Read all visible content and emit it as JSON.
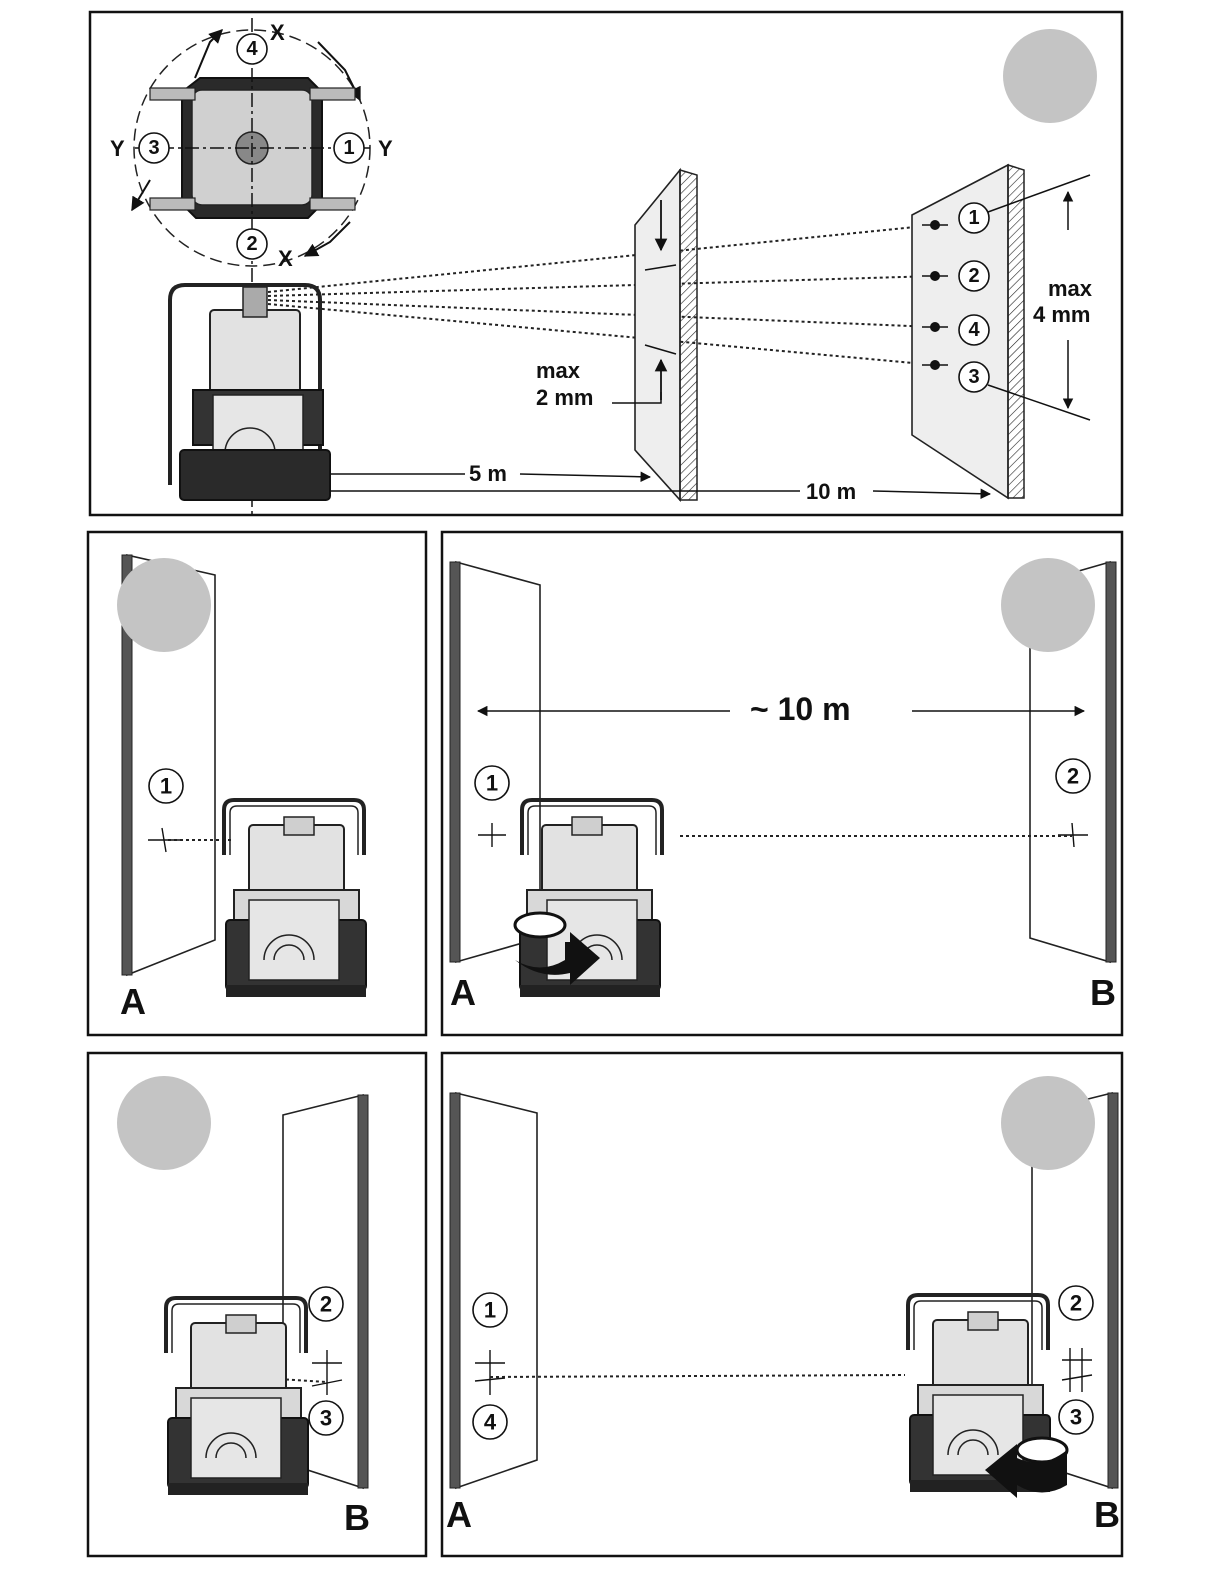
{
  "top_panel": {
    "axis_labels": {
      "x": "X",
      "y": "Y"
    },
    "rotation_positions": [
      "1",
      "2",
      "3",
      "4"
    ],
    "near_wall_dim": {
      "line1": "max",
      "line2": "2 mm"
    },
    "far_wall_dim": {
      "line1": "max",
      "line2": "4 mm"
    },
    "distance_near": "5 m",
    "distance_far": "10 m",
    "far_wall_marks": [
      "1",
      "2",
      "4",
      "3"
    ]
  },
  "panel_a1": {
    "mark": "1",
    "wall_label": "A"
  },
  "panel_ab1": {
    "distance": "~ 10 m",
    "mark_a": "1",
    "mark_b": "2",
    "wall_a_label": "A",
    "wall_b_label": "B"
  },
  "panel_b2": {
    "mark_top": "2",
    "mark_bottom": "3",
    "wall_label": "B"
  },
  "panel_ab2": {
    "mark_a_top": "1",
    "mark_a_bottom": "4",
    "mark_b_top": "2",
    "mark_b_bottom": "3",
    "wall_a_label": "A",
    "wall_b_label": "B"
  },
  "colors": {
    "badge": "#c4c4c4",
    "ink": "#111111",
    "wall_edge": "#555555"
  }
}
